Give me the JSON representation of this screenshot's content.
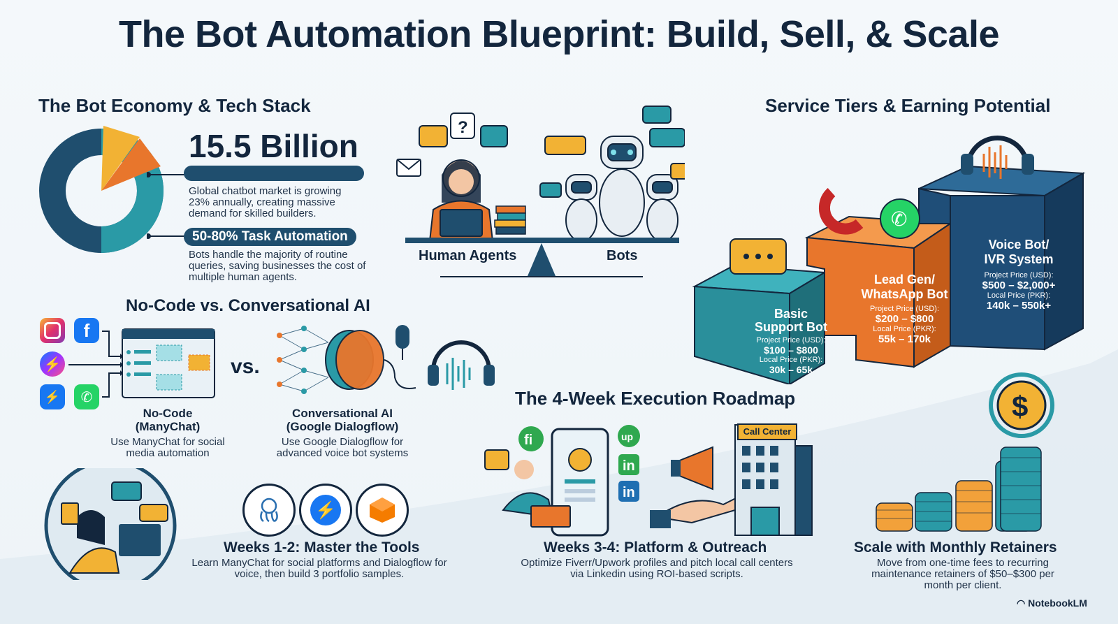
{
  "title": "The Bot Automation Blueprint: Build, Sell, & Scale",
  "economy": {
    "heading": "The Bot Economy & Tech Stack",
    "market_value": "15.5 Billion",
    "market_desc": "Global chatbot market is growing 23% annually, creating massive demand for skilled builders.",
    "automation_pill": "50-80% Task Automation",
    "automation_desc": "Bots handle the majority of routine queries, saving businesses the cost of multiple human agents."
  },
  "scale_graphic": {
    "left_label": "Human Agents",
    "right_label": "Bots"
  },
  "nocode": {
    "heading": "No-Code vs. Conversational AI",
    "vs": "vs.",
    "left_title": "No-Code\n(ManyChat)",
    "left_desc": "Use ManyChat for social media automation",
    "right_title": "Conversational AI\n(Google Dialogflow)",
    "right_desc": "Use Google Dialogflow for advanced voice bot systems"
  },
  "tiers": {
    "heading": "Service Tiers & Earning Potential",
    "items": [
      {
        "name": "Basic\nSupport Bot",
        "usd_label": "Project Price (USD):",
        "usd": "$100 – $800",
        "pkr_label": "Local Price (PKR):",
        "pkr": "30k – 65k",
        "color": "#2a8f9b"
      },
      {
        "name": "Lead Gen/\nWhatsApp Bot",
        "usd_label": "Project Price (USD):",
        "usd": "$200 – $800",
        "pkr_label": "Local Price (PKR):",
        "pkr": "55k – 170k",
        "color": "#e8762c"
      },
      {
        "name": "Voice Bot/\nIVR System",
        "usd_label": "Project Price (USD):",
        "usd": "$500 – $2,000+",
        "pkr_label": "Local Price (PKR):",
        "pkr": "140k – 550k+",
        "color": "#1f4e78"
      }
    ]
  },
  "roadmap": {
    "heading": "The 4-Week Execution Roadmap",
    "call_center_sign": "Call Center",
    "steps": [
      {
        "title": "Weeks 1-2: Master the Tools",
        "desc": "Learn ManyChat for social platforms and Dialogflow for voice, then build 3 portfolio samples."
      },
      {
        "title": "Weeks 3-4: Platform & Outreach",
        "desc": "Optimize Fiverr/Upwork profiles and pitch local call centers via Linkedin using ROI-based scripts."
      },
      {
        "title": "Scale with Monthly Retainers",
        "desc": "Move from one-time fees to recurring maintenance retainers of $50–$300 per month per client."
      }
    ]
  },
  "brand": "NotebookLM",
  "colors": {
    "navy": "#1f4e6e",
    "teal": "#2a9aa6",
    "orange": "#e8762c",
    "yellow": "#f2b234",
    "dark": "#13263d"
  }
}
